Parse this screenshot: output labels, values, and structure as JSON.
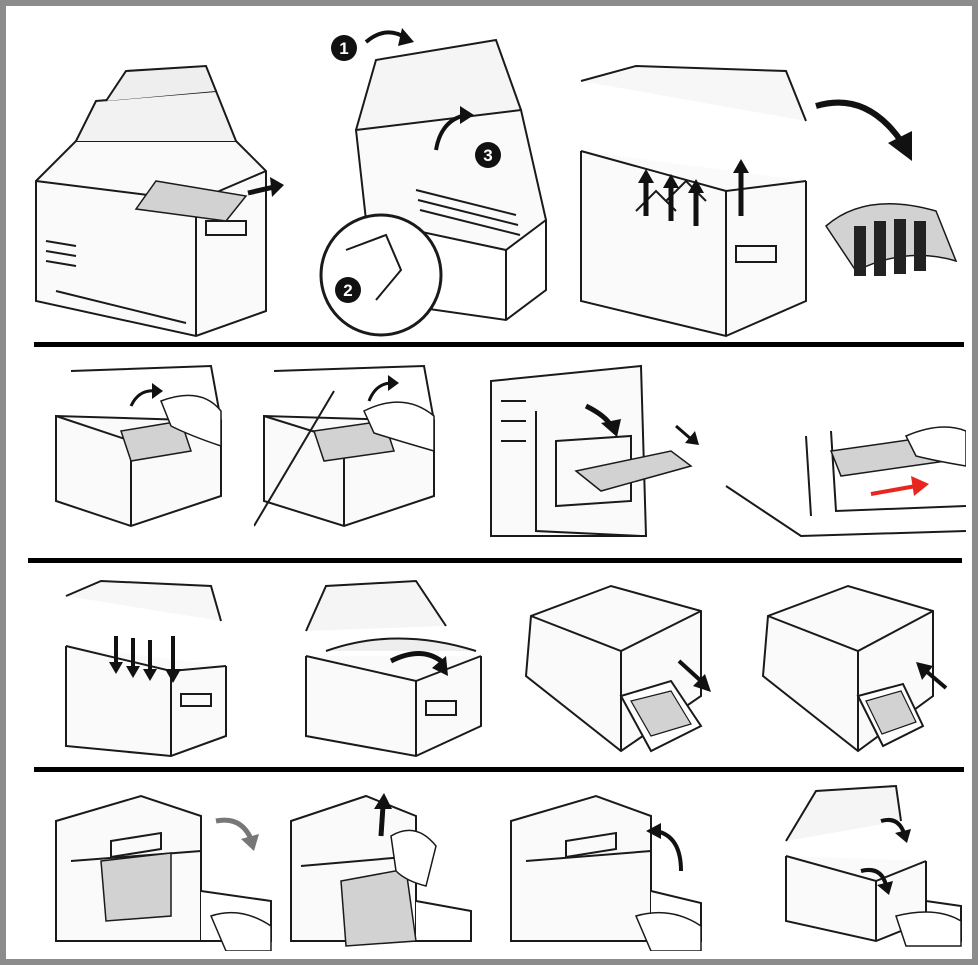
{
  "diagram": {
    "step_badges": [
      "1",
      "2",
      "3"
    ],
    "colors": {
      "frame": "#8c8c8c",
      "line": "#1a1a1a",
      "paper": "#d2d2d2",
      "arrow": "#111111",
      "accent_arrow": "#e8261f"
    },
    "icons": [
      "curved-arrow-icon",
      "straight-arrow-icon",
      "hand-icon",
      "paper-sheet-icon",
      "printer-icon"
    ]
  }
}
